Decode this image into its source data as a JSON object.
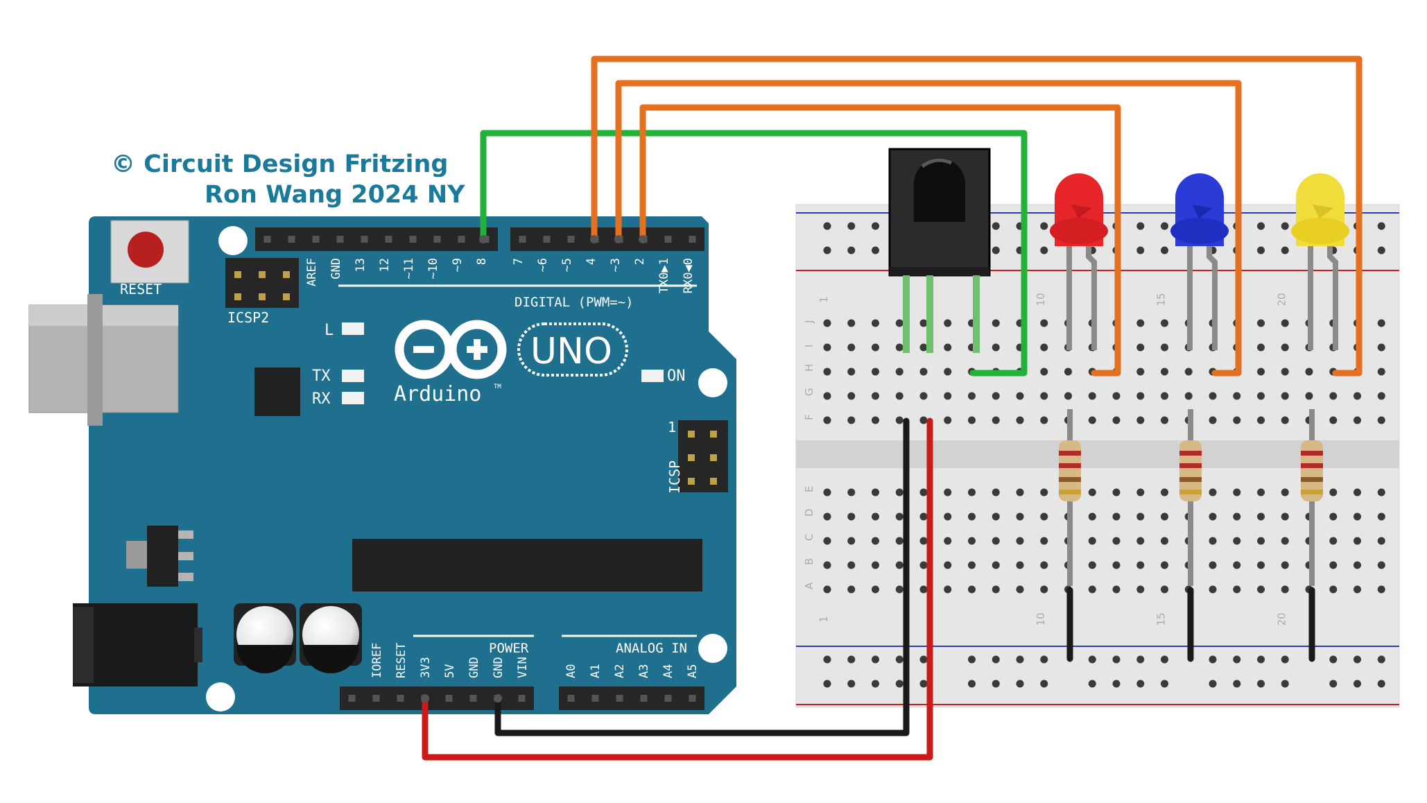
{
  "credit": {
    "line1": "© Circuit Design Fritzing",
    "line2": "Ron Wang 2024 NY"
  },
  "arduino": {
    "logo_text": "Arduino",
    "model": "UNO",
    "tm": "TM",
    "reset_label": "RESET",
    "icsp2_label": "ICSP2",
    "icsp_label": "ICSP",
    "icsp_pin1": "1",
    "led_l": "L",
    "led_tx": "TX",
    "led_rx": "RX",
    "led_on": "ON",
    "digital_label": "DIGITAL (PWM=~)",
    "digital_pins": [
      "AREF",
      "GND",
      "13",
      "12",
      "~11",
      "~10",
      "~9",
      "8",
      "7",
      "~6",
      "~5",
      "4",
      "~3",
      "2",
      "TX0▶1",
      "RX0◀0"
    ],
    "power_label": "POWER",
    "power_pins": [
      "IOREF",
      "RESET",
      "3V3",
      "5V",
      "GND",
      "GND",
      "VIN"
    ],
    "analog_label": "ANALOG IN",
    "analog_pins": [
      "A0",
      "A1",
      "A2",
      "A3",
      "A4",
      "A5"
    ]
  },
  "breadboard": {
    "row_labels_top": [
      "J",
      "I",
      "H",
      "G",
      "F"
    ],
    "row_labels_bottom": [
      "E",
      "D",
      "C",
      "B",
      "A"
    ],
    "column_numbers": [
      "1",
      "10",
      "15",
      "20"
    ]
  },
  "colors": {
    "board": "#1f708f",
    "wire_green": "#22b23a",
    "wire_orange": "#e5701f",
    "wire_black": "#1a1a1a",
    "wire_red": "#cc1a1a",
    "led_red": "#e8262a",
    "led_blue": "#2a3bd8",
    "led_yellow": "#f0dc3a",
    "breadboard": "#e6e6e6"
  },
  "icons": {
    "logo": "arduino-infinity-logo-icon"
  }
}
